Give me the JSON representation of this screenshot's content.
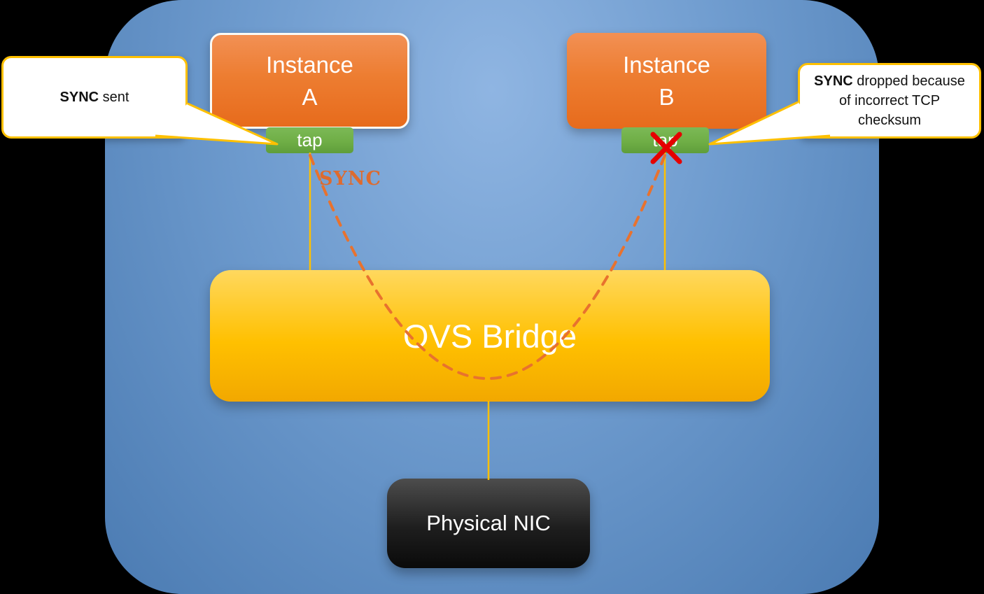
{
  "diagram": {
    "instance_a": {
      "name_line": "Instance",
      "letter": "A"
    },
    "instance_b": {
      "name_line": "Instance",
      "letter": "B"
    },
    "tap_a_label": "tap",
    "tap_b_label": "tap",
    "bridge_label": "OVS Bridge",
    "nic_label": "Physical NIC",
    "packet_label": "SYNC"
  },
  "callouts": {
    "left": {
      "bold": "SYNC",
      "rest": " sent"
    },
    "right": {
      "bold": "SYNC",
      "rest": " dropped because of incorrect TCP checksum"
    }
  },
  "colors": {
    "background_blue_top": "#8FB5E2",
    "background_blue_bottom": "#4B7BB2",
    "instance_orange": "#ED7D31",
    "tap_green": "#6FAE46",
    "bridge_gold": "#FFC000",
    "nic_black": "#1E1E1E",
    "connector_gold": "#FFC000",
    "packet_arc_orange": "#E8722E",
    "drop_x_red": "#E50000",
    "callout_border_gold": "#FFC000"
  }
}
